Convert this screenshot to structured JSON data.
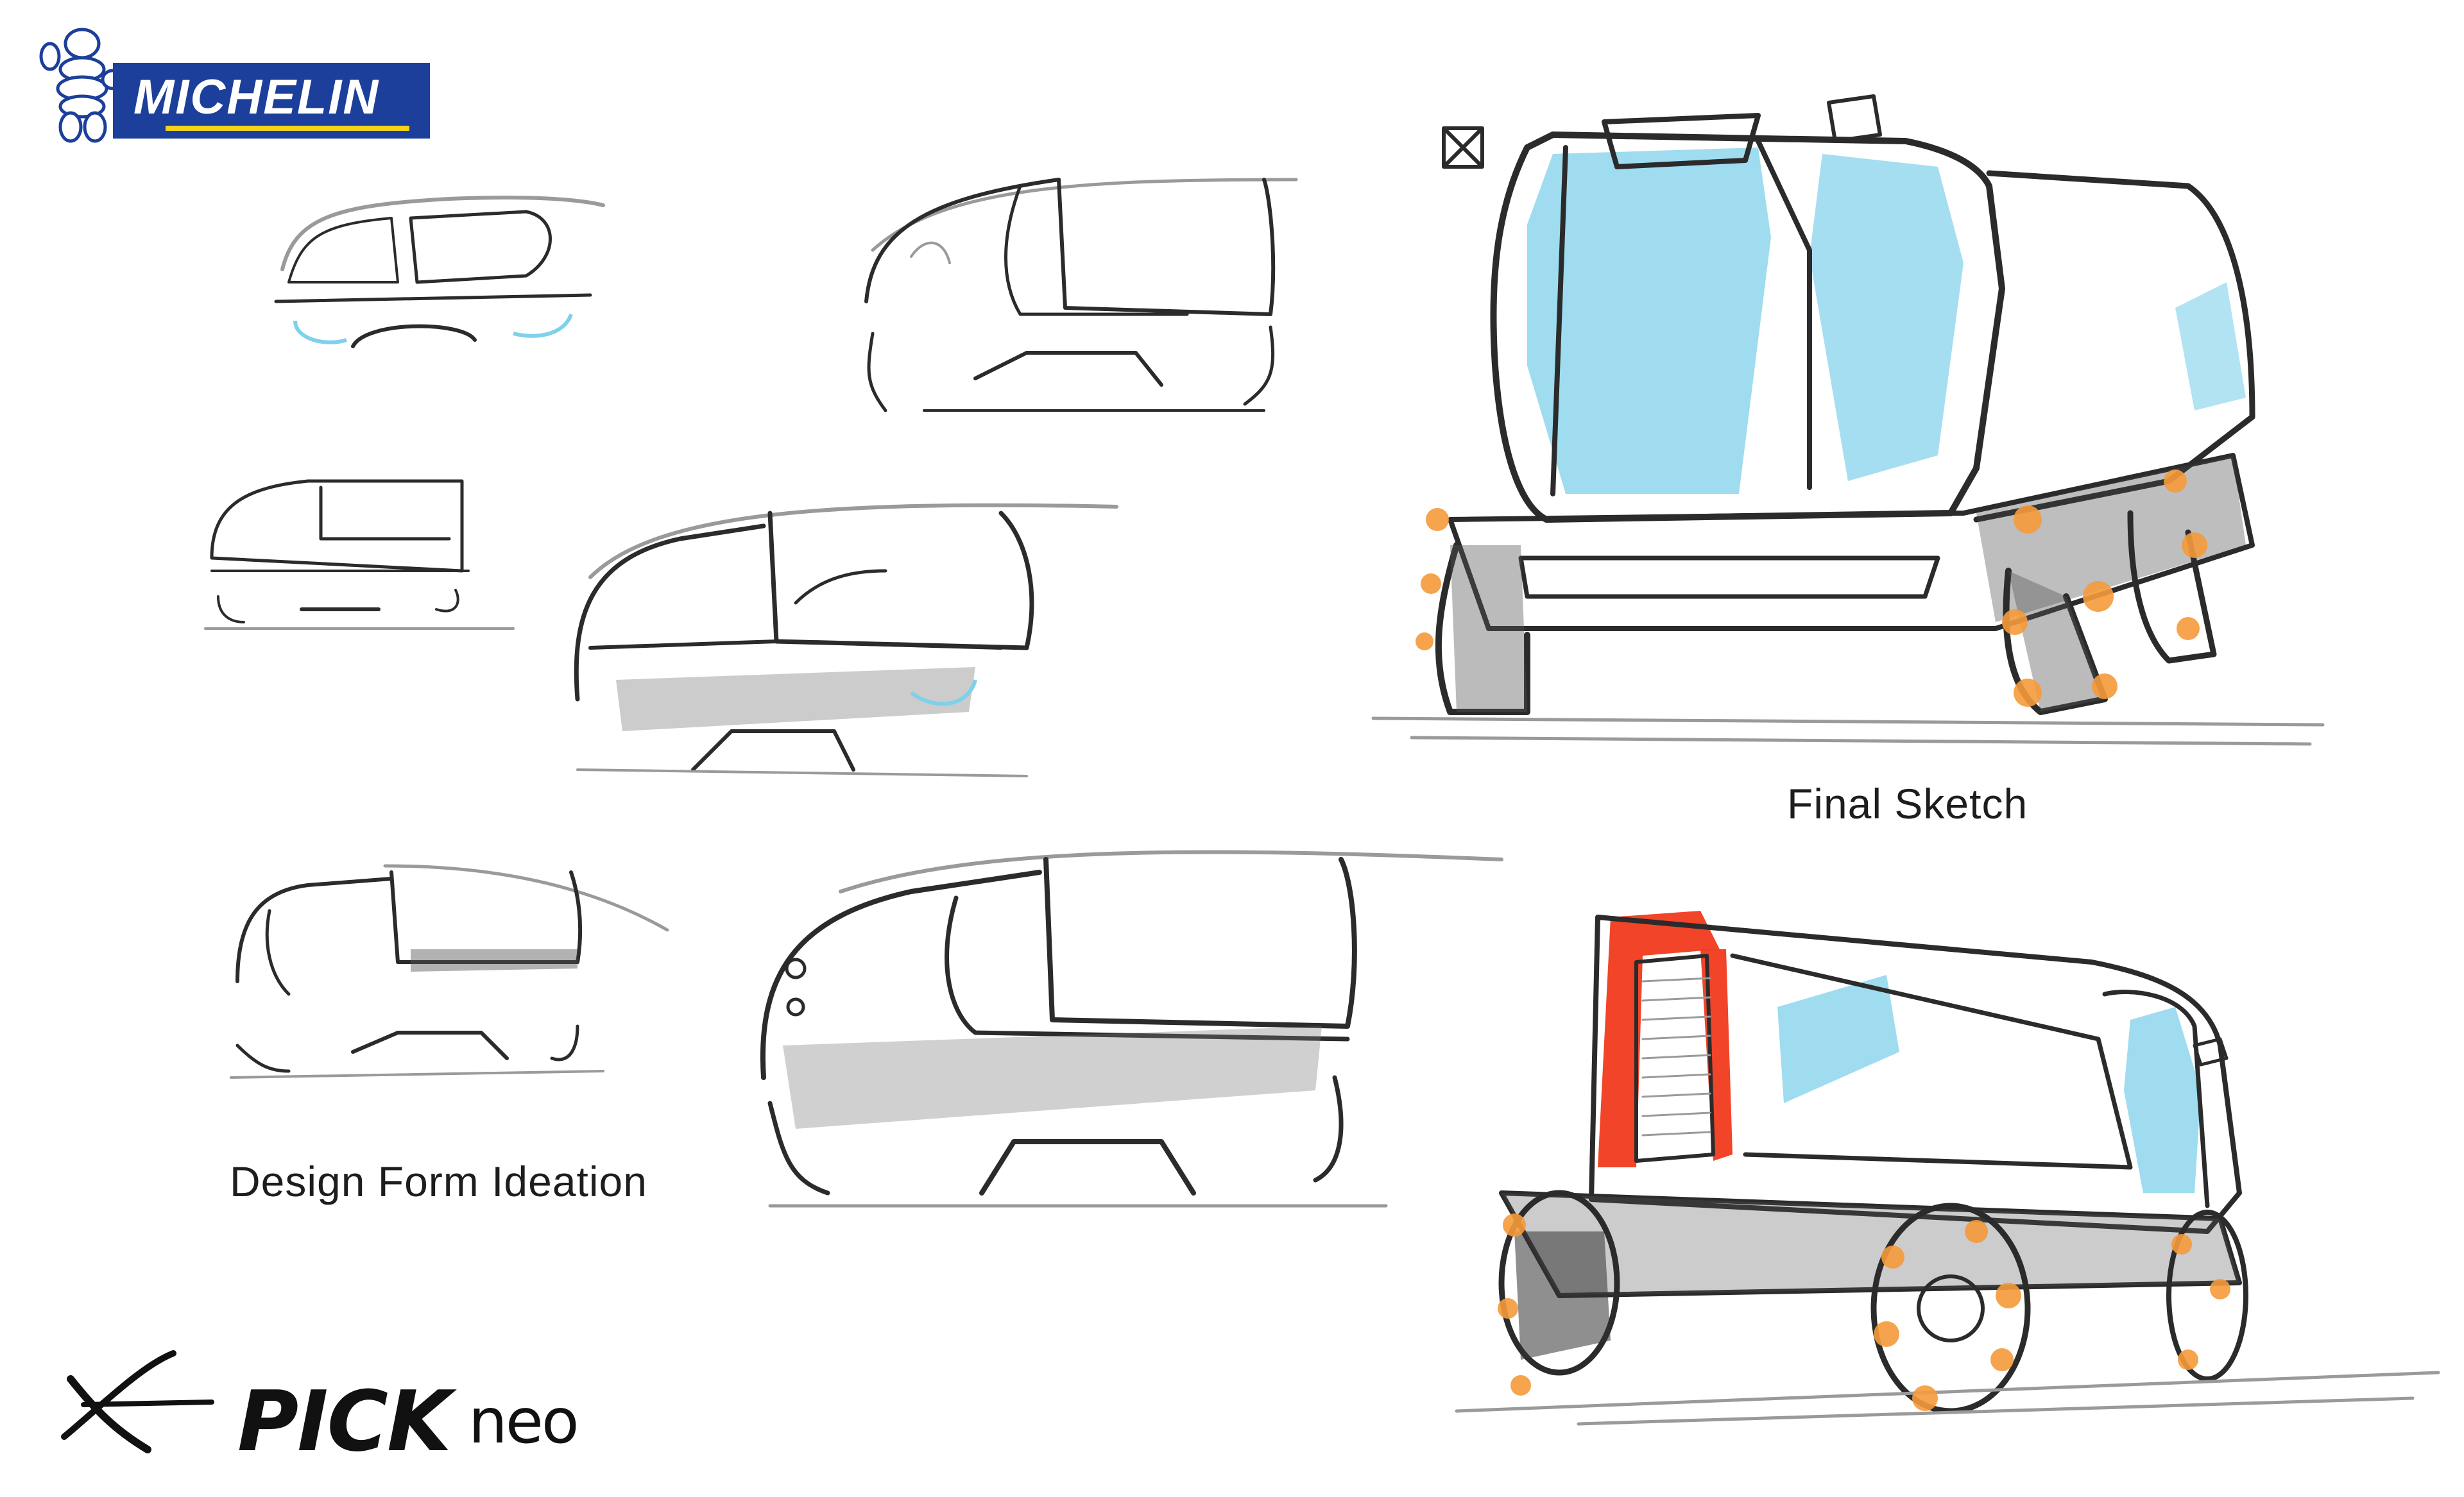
{
  "logo": {
    "text": "MICHELIN"
  },
  "labels": {
    "ideation": "Design Form Ideation",
    "final": "Final Sketch"
  },
  "brand": {
    "mark": "PICK",
    "suffix": "neo"
  },
  "colors": {
    "glass_blue": "#7fd0ea",
    "accent_red": "#f03a1e",
    "wheel_orange": "#f59a3a",
    "brand_blue": "#1b3f9a",
    "brand_yellow": "#f2d21b"
  }
}
